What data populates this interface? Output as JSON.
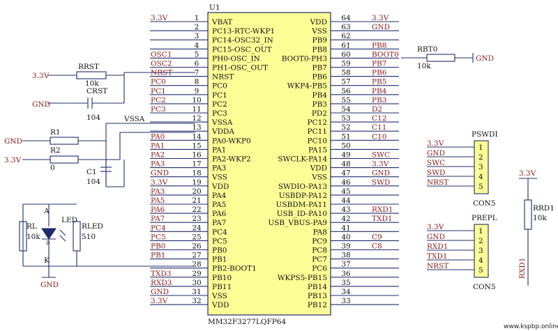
{
  "ic": {
    "ref": "U1",
    "part": "MM32F3277LQFP64",
    "left_pins": [
      {
        "n": "1",
        "name": "VBAT",
        "net": "3.3V"
      },
      {
        "n": "2",
        "name": "PC13-RTC-WKP1",
        "net": ""
      },
      {
        "n": "3",
        "name": "PC14-OSC32_IN",
        "net": ""
      },
      {
        "n": "4",
        "name": "PC15-OSC_OUT",
        "net": ""
      },
      {
        "n": "5",
        "name": "PH0-OSC_IN",
        "net": "OSC1"
      },
      {
        "n": "6",
        "name": "PH1-OSC_OUT",
        "net": "OSC2"
      },
      {
        "n": "7",
        "name": "NRST",
        "net": "NRST"
      },
      {
        "n": "8",
        "name": "PC0",
        "net": "PC0"
      },
      {
        "n": "9",
        "name": "PC1",
        "net": "PC1"
      },
      {
        "n": "10",
        "name": "PC2",
        "net": "PC2"
      },
      {
        "n": "11",
        "name": "PC3",
        "net": "PC3"
      },
      {
        "n": "12",
        "name": "VSSA",
        "net": ""
      },
      {
        "n": "13",
        "name": "VDDA",
        "net": ""
      },
      {
        "n": "14",
        "name": "PA0-WKP0",
        "net": "PA0"
      },
      {
        "n": "15",
        "name": "PA1",
        "net": "PA1"
      },
      {
        "n": "16",
        "name": "PA2-WKP2",
        "net": "PA2"
      },
      {
        "n": "17",
        "name": "PA3",
        "net": "PA3"
      },
      {
        "n": "18",
        "name": "VSS",
        "net": "GND"
      },
      {
        "n": "19",
        "name": "VDD",
        "net": "3.3V"
      },
      {
        "n": "20",
        "name": "PA4",
        "net": "PA3"
      },
      {
        "n": "21",
        "name": "PA5",
        "net": "PA5"
      },
      {
        "n": "22",
        "name": "PA6",
        "net": "PA6"
      },
      {
        "n": "23",
        "name": "PA7",
        "net": "PA7"
      },
      {
        "n": "24",
        "name": "PC4",
        "net": "PC4"
      },
      {
        "n": "25",
        "name": "PC5",
        "net": "PC5"
      },
      {
        "n": "26",
        "name": "PB0",
        "net": "PB0"
      },
      {
        "n": "27",
        "name": "PB1",
        "net": "PB1"
      },
      {
        "n": "28",
        "name": "PB2-BOOT1",
        "net": ""
      },
      {
        "n": "29",
        "name": "PB10",
        "net": "TXD3"
      },
      {
        "n": "30",
        "name": "PB11",
        "net": "RXD3"
      },
      {
        "n": "31",
        "name": "VSS",
        "net": "GND"
      },
      {
        "n": "32",
        "name": "VDD",
        "net": "3.3V"
      }
    ],
    "right_pins": [
      {
        "n": "64",
        "name": "VDD",
        "net": "3.3V"
      },
      {
        "n": "63",
        "name": "VSS",
        "net": "GND"
      },
      {
        "n": "62",
        "name": "PB9",
        "net": ""
      },
      {
        "n": "61",
        "name": "PB8",
        "net": "PB8"
      },
      {
        "n": "60",
        "name": "BOOT0-PH3",
        "net": "BOOT0"
      },
      {
        "n": "59",
        "name": "PB7",
        "net": "PB7"
      },
      {
        "n": "58",
        "name": "PB6",
        "net": "PB6"
      },
      {
        "n": "57",
        "name": "WKP4-PB5",
        "net": "PB5"
      },
      {
        "n": "56",
        "name": "PB4",
        "net": "PB4"
      },
      {
        "n": "55",
        "name": "PB3",
        "net": "PB3"
      },
      {
        "n": "54",
        "name": "PD2",
        "net": "D2"
      },
      {
        "n": "53",
        "name": "PC12",
        "net": "C12"
      },
      {
        "n": "52",
        "name": "PC11",
        "net": "C11"
      },
      {
        "n": "51",
        "name": "PC10",
        "net": "C10"
      },
      {
        "n": "50",
        "name": "PA15",
        "net": ""
      },
      {
        "n": "49",
        "name": "SWCLK-PA14",
        "net": "SWC"
      },
      {
        "n": "48",
        "name": "VDD",
        "net": "3.3V"
      },
      {
        "n": "47",
        "name": "VSS",
        "net": "GND"
      },
      {
        "n": "46",
        "name": "SWDIO-PA13",
        "net": "SWD"
      },
      {
        "n": "45",
        "name": "USBDP-PA12",
        "net": ""
      },
      {
        "n": "44",
        "name": "USBDM-PA11",
        "net": ""
      },
      {
        "n": "43",
        "name": "USB_ID-PA10",
        "net": "RXD1"
      },
      {
        "n": "42",
        "name": "USB_VBUS-PA9",
        "net": "TXD1"
      },
      {
        "n": "41",
        "name": "PA8",
        "net": ""
      },
      {
        "n": "40",
        "name": "PC9",
        "net": "C9"
      },
      {
        "n": "39",
        "name": "PC8",
        "net": "C8"
      },
      {
        "n": "38",
        "name": "PC7",
        "net": ""
      },
      {
        "n": "37",
        "name": "PC6",
        "net": ""
      },
      {
        "n": "36",
        "name": "WKPS5-PB15",
        "net": ""
      },
      {
        "n": "35",
        "name": "PB14",
        "net": ""
      },
      {
        "n": "34",
        "name": "PB13",
        "net": ""
      },
      {
        "n": "33",
        "name": "PB12",
        "net": ""
      }
    ]
  },
  "rrst": {
    "ref": "RRST",
    "value": "10k",
    "net": "3.3V"
  },
  "crst": {
    "ref": "CRST",
    "value": "104",
    "net": "GND"
  },
  "vssa_label": "VSSA",
  "r1": {
    "ref": "R1",
    "net": "GND"
  },
  "r2": {
    "ref": "R2",
    "value": "0",
    "net": "3.3V"
  },
  "c1": {
    "ref": "C1",
    "value": "104"
  },
  "led": {
    "ref": "LED",
    "anode": "A",
    "cathode": "K",
    "d_label": "D"
  },
  "rl": {
    "ref": "RL",
    "value": "10k"
  },
  "rled": {
    "ref": "RLED",
    "value": "510"
  },
  "led_gnd": "GND",
  "rbt0": {
    "ref": "RBT0",
    "value": "10k",
    "net": "GND"
  },
  "pswdi": {
    "ref": "PSWDI",
    "type": "CON5",
    "nets": [
      "3.3V",
      "GND",
      "SWC",
      "SWD",
      "NRST"
    ],
    "pins": [
      "1",
      "2",
      "3",
      "4",
      "5"
    ]
  },
  "prepl": {
    "ref": "PREPL",
    "type": "CON5",
    "nets": [
      "3.3V",
      "GND",
      "RXD1",
      "TXD1",
      "NRST"
    ],
    "pins": [
      "1",
      "2",
      "3",
      "4",
      "5"
    ]
  },
  "rrd1": {
    "ref": "RRD1",
    "value": "10k",
    "top_net": "3.3V",
    "bottom_net": "RXD1"
  },
  "watermark": "www.kspbp.online"
}
